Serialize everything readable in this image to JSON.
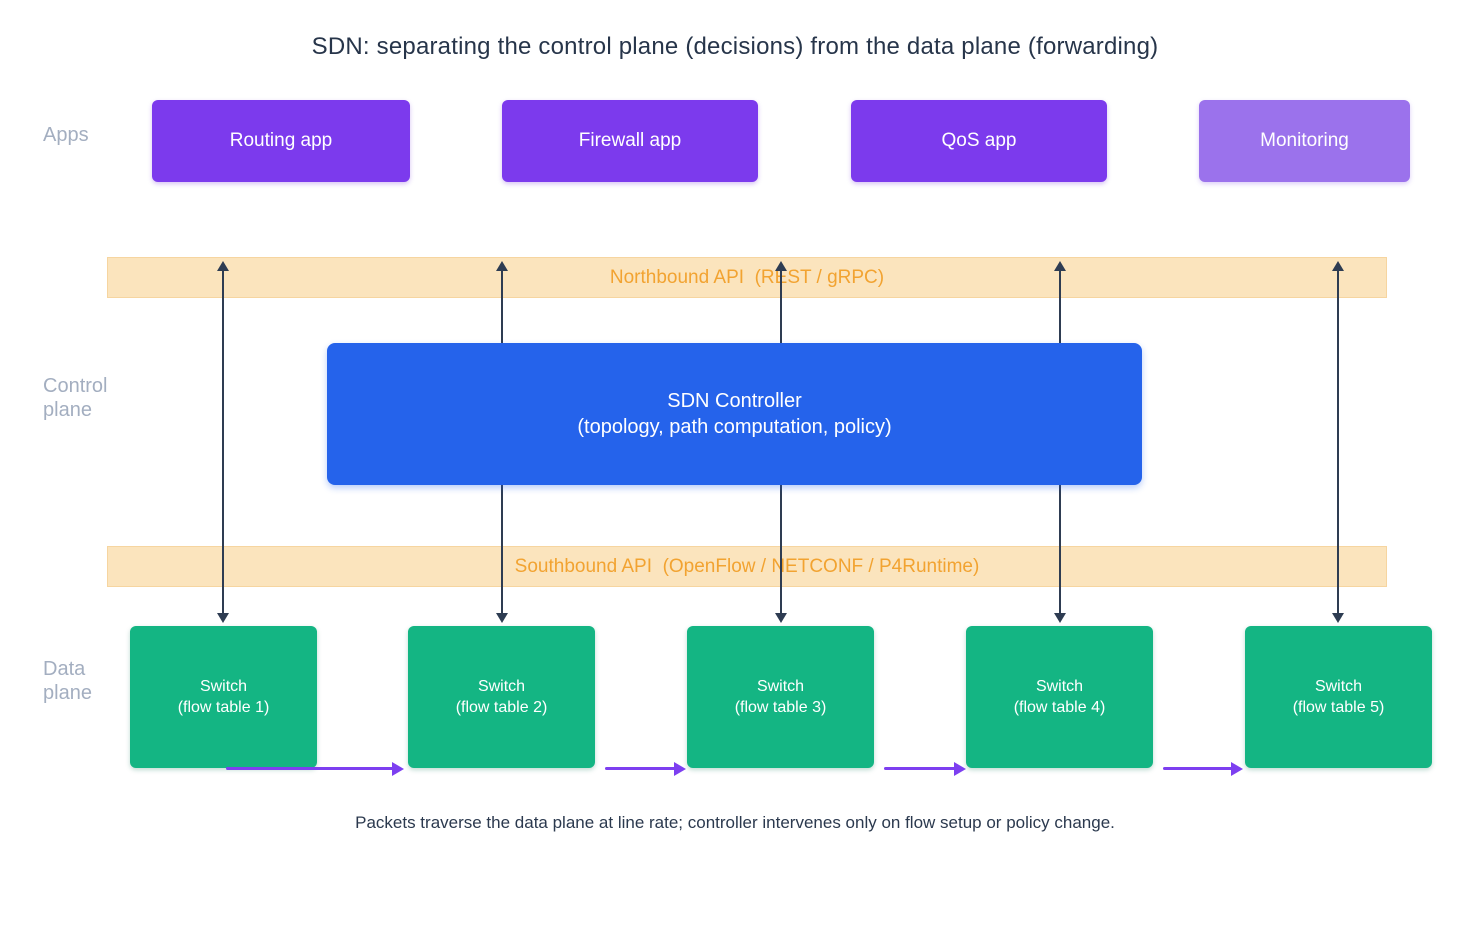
{
  "title": "SDN: separating the control plane (decisions) from the data plane (forwarding)",
  "labels": {
    "apps": "Apps",
    "control_plane": [
      "Control",
      "plane"
    ],
    "data_plane": [
      "Data",
      "plane"
    ]
  },
  "apps": {
    "items": [
      {
        "label": "Routing app"
      },
      {
        "label": "Firewall app"
      },
      {
        "label": "QoS app"
      },
      {
        "label": "Monitoring"
      }
    ]
  },
  "api_bands": {
    "northbound": "Northbound API  (REST / gRPC)",
    "southbound": "Southbound API  (OpenFlow / NETCONF / P4Runtime)"
  },
  "controller": {
    "name": "SDN Controller",
    "detail": "(topology, path computation, policy)"
  },
  "switches": {
    "items": [
      {
        "label": "Switch",
        "sub": "(flow table 1)"
      },
      {
        "label": "Switch",
        "sub": "(flow table 2)"
      },
      {
        "label": "Switch",
        "sub": "(flow table 3)"
      },
      {
        "label": "Switch",
        "sub": "(flow table 4)"
      },
      {
        "label": "Switch",
        "sub": "(flow table 5)"
      }
    ]
  },
  "caption": "Packets traverse the data plane at line rate; controller intervenes only on flow setup or policy change.",
  "colors": {
    "app_purple": "#7c3aed",
    "monitoring_purple": "#9b72ec",
    "controller_blue": "#2563eb",
    "switch_green": "#14b583",
    "band_tan": "#fbe4bd",
    "api_text_orange": "#f2a331",
    "channel_arrow_dark": "#2e3c52",
    "flow_arrow_purple": "#7d3ff0",
    "plane_label_gray": "#a3aec0",
    "title_navy": "#27354a"
  }
}
